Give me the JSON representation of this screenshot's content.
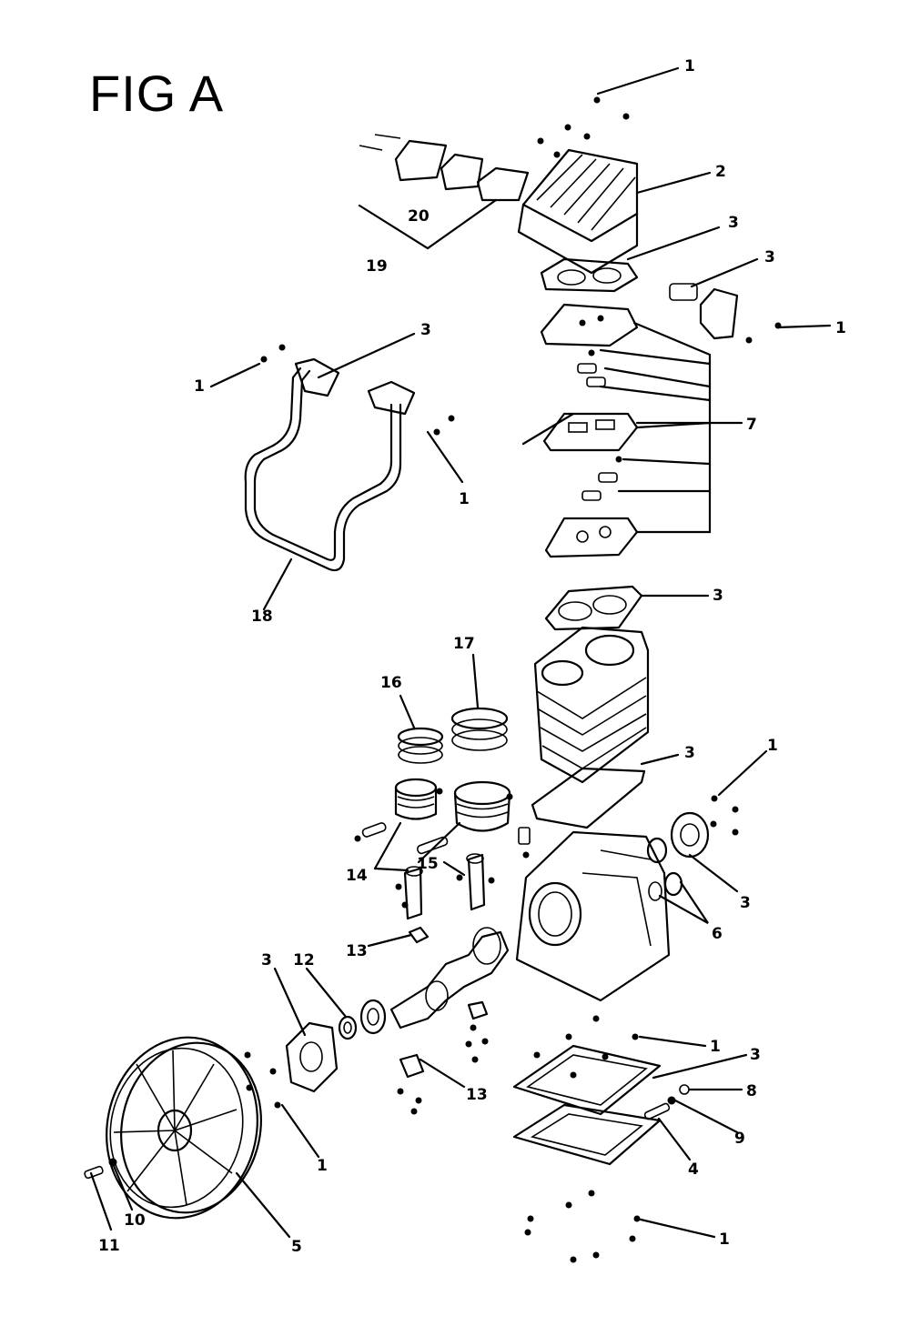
{
  "figure": {
    "title": "FIG A"
  },
  "callouts": [
    {
      "id": "c1a",
      "text": "1"
    },
    {
      "id": "c2",
      "text": "2"
    },
    {
      "id": "c3a",
      "text": "3"
    },
    {
      "id": "c3b",
      "text": "3"
    },
    {
      "id": "c1b",
      "text": "1"
    },
    {
      "id": "c20",
      "text": "20"
    },
    {
      "id": "c19",
      "text": "19"
    },
    {
      "id": "c3c",
      "text": "3"
    },
    {
      "id": "c1c",
      "text": "1"
    },
    {
      "id": "c7",
      "text": "7"
    },
    {
      "id": "c1d",
      "text": "1"
    },
    {
      "id": "c18",
      "text": "18"
    },
    {
      "id": "c3d",
      "text": "3"
    },
    {
      "id": "c17",
      "text": "17"
    },
    {
      "id": "c16",
      "text": "16"
    },
    {
      "id": "c3e",
      "text": "3"
    },
    {
      "id": "c1e",
      "text": "1"
    },
    {
      "id": "c14",
      "text": "14"
    },
    {
      "id": "c15",
      "text": "15"
    },
    {
      "id": "c3f",
      "text": "3"
    },
    {
      "id": "c6",
      "text": "6"
    },
    {
      "id": "c13a",
      "text": "13"
    },
    {
      "id": "c3g",
      "text": "3"
    },
    {
      "id": "c12",
      "text": "12"
    },
    {
      "id": "c1f",
      "text": "1"
    },
    {
      "id": "c3h",
      "text": "3"
    },
    {
      "id": "c8",
      "text": "8"
    },
    {
      "id": "c13b",
      "text": "13"
    },
    {
      "id": "c9",
      "text": "9"
    },
    {
      "id": "c4",
      "text": "4"
    },
    {
      "id": "c1g",
      "text": "1"
    },
    {
      "id": "c10",
      "text": "10"
    },
    {
      "id": "c11",
      "text": "11"
    },
    {
      "id": "c5",
      "text": "5"
    },
    {
      "id": "c1h",
      "text": "1"
    }
  ]
}
